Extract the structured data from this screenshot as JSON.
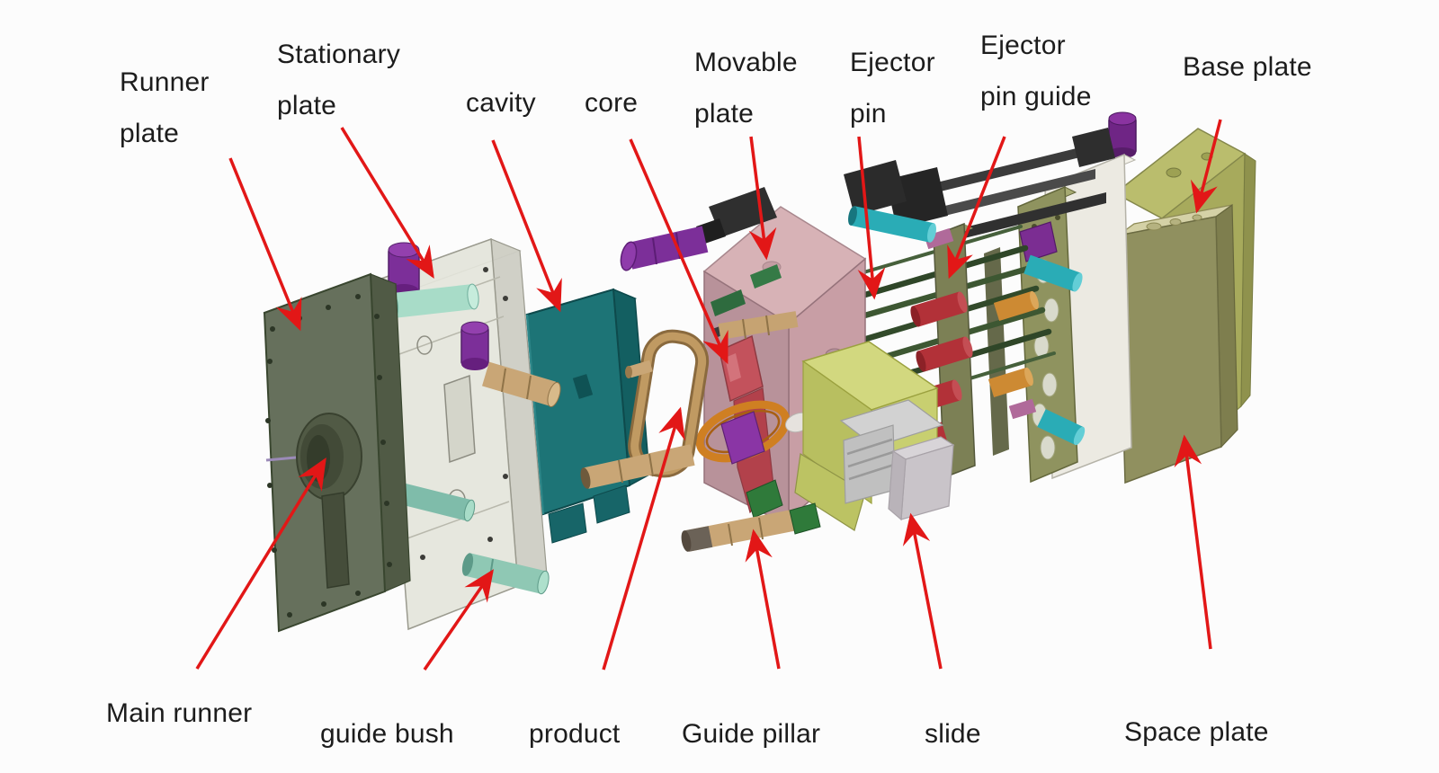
{
  "diagram": {
    "title_semantic": "Injection mold exploded view diagram",
    "background_color": "#fcfcfc",
    "arrow_color": "#e21717",
    "text_color": "#1c1c1c"
  },
  "labels": {
    "runner_plate": {
      "line1": "Runner",
      "line2": "plate"
    },
    "stationary_plate": {
      "line1": "Stationary",
      "line2": "plate"
    },
    "cavity": {
      "text": "cavity"
    },
    "core": {
      "text": "core"
    },
    "movable_plate": {
      "line1": "Movable",
      "line2": "plate"
    },
    "ejector_pin": {
      "line1": "Ejector",
      "line2": "pin"
    },
    "ejector_pin_guide": {
      "line1": "Ejector",
      "line2": "pin guide"
    },
    "base_plate": {
      "text": "Base plate"
    },
    "main_runner": {
      "text": "Main runner"
    },
    "guide_bush": {
      "text": "guide bush"
    },
    "product": {
      "text": "product"
    },
    "guide_pillar": {
      "text": "Guide pillar"
    },
    "slide": {
      "text": "slide"
    },
    "space_plate": {
      "text": "Space plate"
    }
  },
  "parts": [
    {
      "name": "runner plate",
      "color": "#66705c"
    },
    {
      "name": "main runner",
      "color": "#424a37"
    },
    {
      "name": "stationary plate",
      "color": "#e4e5db"
    },
    {
      "name": "guide bush",
      "color": "#8fc8b4"
    },
    {
      "name": "cavity",
      "color": "#1d7476"
    },
    {
      "name": "product",
      "color": "#c09a62"
    },
    {
      "name": "core",
      "color": "#c3525c"
    },
    {
      "name": "movable plate",
      "color": "#c89ea5"
    },
    {
      "name": "guide pillar",
      "color": "#c9a676"
    },
    {
      "name": "slide",
      "color": "#cfcfcf"
    },
    {
      "name": "ejector pin",
      "color": "#3d5732"
    },
    {
      "name": "ejector pin guide",
      "color": "#8f935f"
    },
    {
      "name": "return pin",
      "color": "#2aacb6"
    },
    {
      "name": "space plate",
      "color": "#90905f"
    },
    {
      "name": "base plate",
      "color": "#b9bd6c"
    }
  ]
}
